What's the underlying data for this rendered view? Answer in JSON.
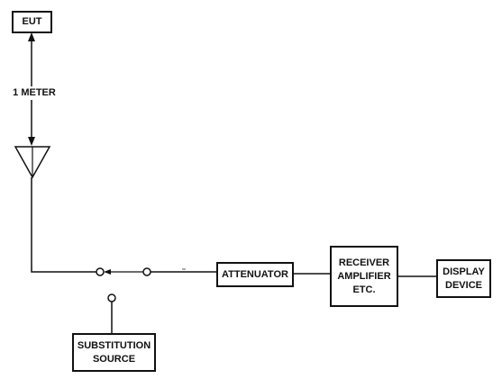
{
  "eut": "EUT",
  "distance": "1 METER",
  "attenuator": "ATTENUATOR",
  "receiver": [
    "RECEIVER",
    "AMPLIFIER",
    "ETC."
  ],
  "display": [
    "DISPLAY",
    "DEVICE"
  ],
  "substitution": [
    "SUBSTITUTION",
    "SOURCE"
  ]
}
